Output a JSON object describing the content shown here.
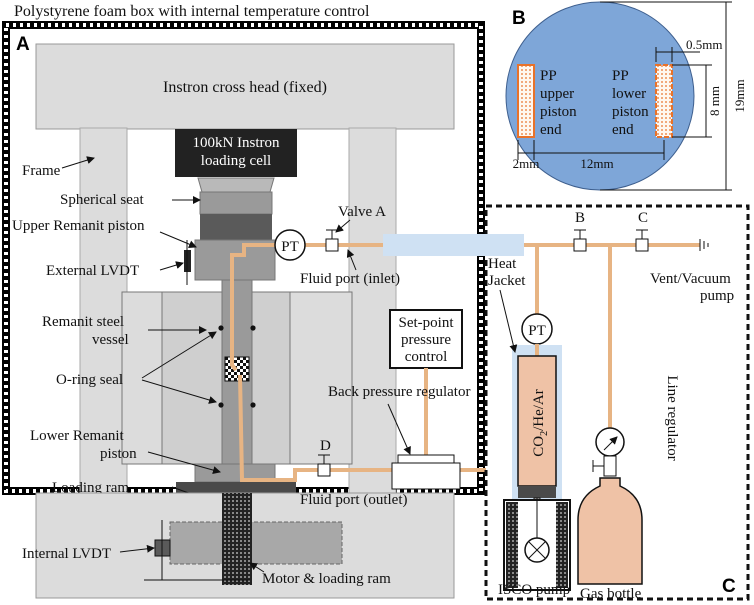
{
  "title": "Polystyrene foam box with internal temperature control",
  "panels": {
    "a": "A",
    "b": "B",
    "c": "C"
  },
  "labels": {
    "crosshead": "Instron cross head (fixed)",
    "loadcell_line1": "100kN Instron",
    "loadcell_line2": "loading cell",
    "frame": "Frame",
    "spherical_seat": "Spherical seat",
    "upper_piston": "Upper Remanit piston",
    "external_lvdt": "External LVDT",
    "vessel_line1": "Remanit steel",
    "vessel_line2": "vessel",
    "oring": "O-ring seal",
    "lower_piston_line1": "Lower Remanit",
    "lower_piston_line2": "piston",
    "loading_ram": "Loading ram",
    "internal_lvdt": "Internal LVDT",
    "motor": "Motor & loading ram",
    "valve_a": "Valve A",
    "pt": "PT",
    "fluid_inlet": "Fluid port (inlet)",
    "fluid_outlet": "Fluid port (outlet)",
    "valve_b": "B",
    "valve_c": "C",
    "valve_d": "D",
    "vent_line1": "Vent/Vacuum",
    "vent_line2": "pump",
    "heat_line1": "Heat",
    "heat_line2": "Jacket",
    "setpoint_line1": "Set-point",
    "setpoint_line2": "pressure",
    "setpoint_line3": "control",
    "back_pressure": "Back pressure regulator",
    "gas_prefix": "CO",
    "gas_sub": "2",
    "gas_suffix": "/He/Ar",
    "line_regulator": "Line regulator",
    "isco": "ISCO pump",
    "gas_bottle": "Gas bottle",
    "pp_upper_1": "PP",
    "pp_upper_2": "upper",
    "pp_upper_3": "piston",
    "pp_upper_4": "end",
    "pp_lower_1": "PP",
    "pp_lower_2": "lower",
    "pp_lower_3": "piston",
    "pp_lower_4": "end",
    "dim_05": "0.5mm",
    "dim_8": "8 mm",
    "dim_19": "19mm",
    "dim_2": "2mm",
    "dim_12": "12mm"
  },
  "colors": {
    "disc": "#7ea6d8",
    "pipe": "#e7b483",
    "heat_jacket": "#cfe1f3",
    "gas_fill": "#efc2a6",
    "strip_orange": "#e8722a",
    "grey_light": "#dcdcdc",
    "grey_mid": "#b9b9b9",
    "grey_dark": "#4a4a4a"
  }
}
